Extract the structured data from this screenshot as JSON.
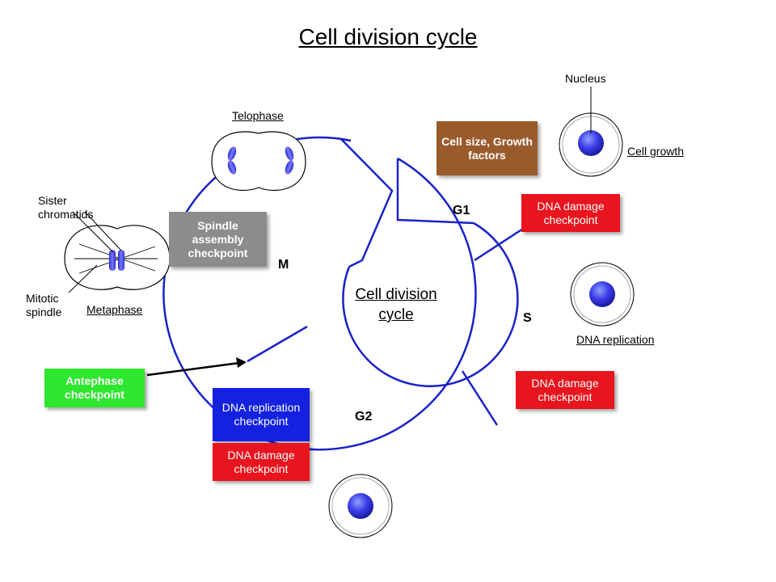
{
  "title": "Cell division cycle",
  "center_label": [
    "Cell division",
    "cycle"
  ],
  "phases": {
    "g1": "G1",
    "s": "S",
    "g2": "G2",
    "m": "M"
  },
  "boxes": {
    "growth": "Cell size, Growth factors",
    "dna_damage_g1": "DNA damage checkpoint",
    "dna_damage_s": "DNA damage checkpoint",
    "dna_replication": "DNA replication checkpoint",
    "dna_damage_g2": "DNA damage checkpoint",
    "spindle": "Spindle assembly checkpoint",
    "antephase": "Antephase checkpoint"
  },
  "labels": {
    "nucleus": "Nucleus",
    "cell_growth": "Cell growth",
    "dna_replication": "DNA replication",
    "telophase": "Telophase",
    "metaphase": "Metaphase",
    "sister_chromatids": "Sister chromatids",
    "mitotic_spindle": "Mitotic spindle"
  },
  "colors": {
    "cycle": "#1a22c8",
    "growth_box": "#9a5b2c",
    "dna_damage": "#e8141e",
    "dna_replication": "#1422e0",
    "spindle": "#8c8c8c",
    "antephase": "#2ee62e",
    "chromosome": "#4a4ae8"
  }
}
